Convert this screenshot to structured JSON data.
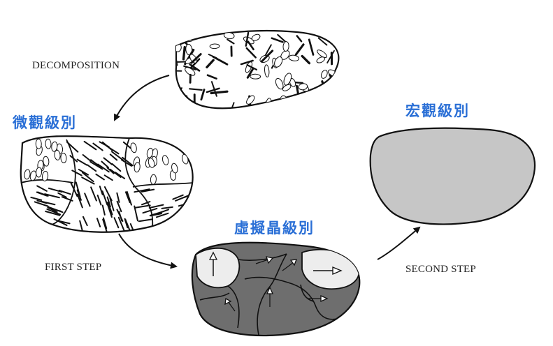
{
  "labels": {
    "decomposition": "DECOMPOSITION",
    "first_step": "FIRST STEP",
    "second_step": "SECOND STEP",
    "micro_level": "微觀級別",
    "macro_level": "宏觀級別",
    "virtual_crystal_level": "虛擬晶級別"
  },
  "colors": {
    "cjk_label": "#2a6fd6",
    "outline": "#111111",
    "macro_fill": "#c6c6c6",
    "crystal_fill": "#6e6e6e",
    "crystal_light": "#ededed"
  },
  "icons": {
    "flow_arrow": "curved-arrow-icon",
    "orientation_arrow": "arrow-icon"
  }
}
